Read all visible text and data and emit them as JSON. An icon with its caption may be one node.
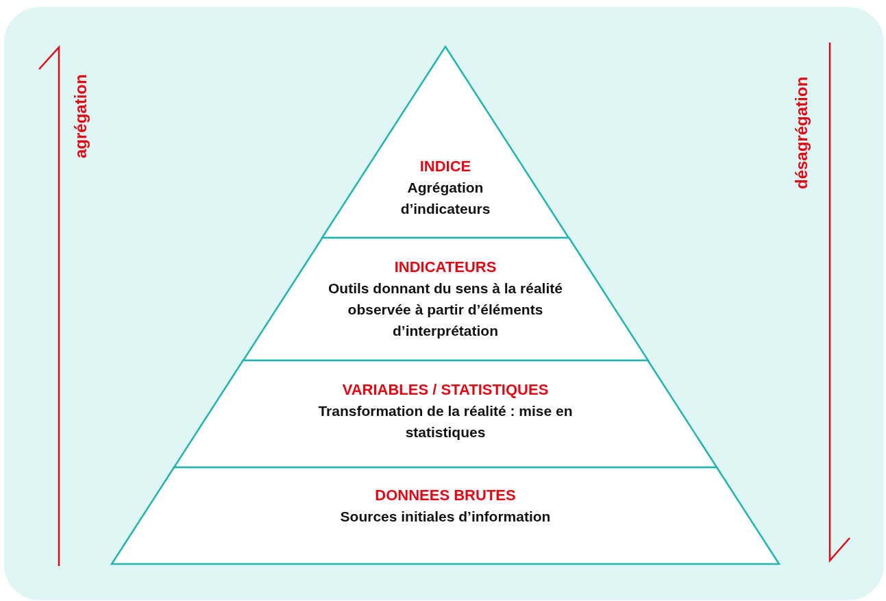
{
  "diagram": {
    "nodes": [
      {
        "text": [
          "INDICE",
          "Agrégation d’indicateurs"
        ]
      },
      {
        "text": [
          "INDICATEURS",
          "Outils donnant du sens à la réalité observée à partir d’éléments d’interprétation"
        ]
      },
      {
        "text": [
          "VARIABLES / STATISTIQUES",
          "Transformation de la réalité : mise en statistiques"
        ]
      },
      {
        "text": [
          "DONNEES BRUTES",
          "Sources initiales d’information"
        ]
      }
    ],
    "labels": [
      "agrégation",
      "désagrégation"
    ]
  }
}
